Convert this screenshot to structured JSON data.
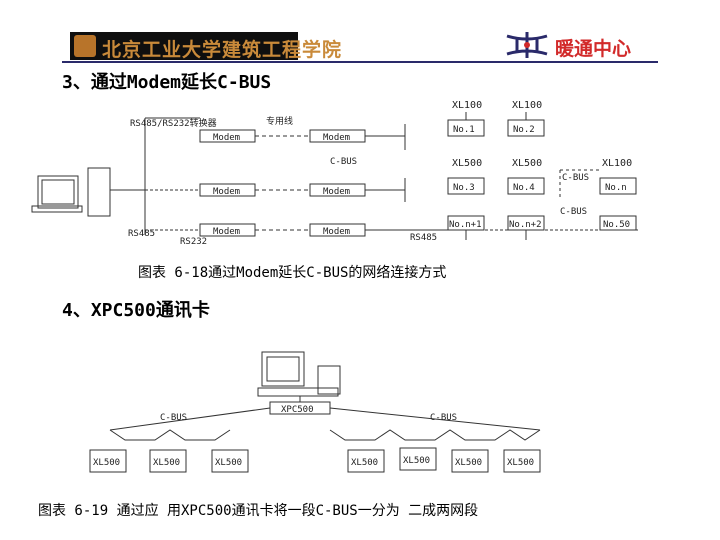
{
  "header": {
    "banner_text": "北京工业大学建筑工程学院",
    "logo_text": "暖通中心"
  },
  "section3": {
    "heading": "3、通过Modem延长C-BUS"
  },
  "diagram1": {
    "converter_label": "RS485/RS232转换器",
    "line_label": "专用线",
    "modem_label": "Modem",
    "cbus_label": "C-BUS",
    "rs485_left": "RS485",
    "rs232_label": "RS232",
    "rs485_right": "RS485",
    "controllers_row1": [
      "XL100",
      "XL100"
    ],
    "numbers_row1": [
      "No.1",
      "No.2"
    ],
    "controllers_row2": [
      "XL500",
      "XL500",
      "XL100"
    ],
    "numbers_row2": [
      "No.3",
      "No.4",
      "No.n"
    ],
    "numbers_row3": [
      "No.n+1",
      "No.n+2",
      "No.50"
    ],
    "cbus_mid": "C-BUS",
    "cbus_low": "C-BUS",
    "caption": "图表 6-18通过Modem延长C-BUS的网络连接方式"
  },
  "section4": {
    "heading": "4、XPC500通讯卡"
  },
  "diagram2": {
    "card_label": "XPC500",
    "bus_left": "C-BUS",
    "bus_right": "C-BUS",
    "controllers": [
      "XL500",
      "XL500",
      "XL500",
      "XL500",
      "XL500",
      "XL500",
      "XL500"
    ],
    "caption": "图表 6-19 通过应 用XPC500通讯卡将一段C-BUS一分为 二成两网段"
  }
}
